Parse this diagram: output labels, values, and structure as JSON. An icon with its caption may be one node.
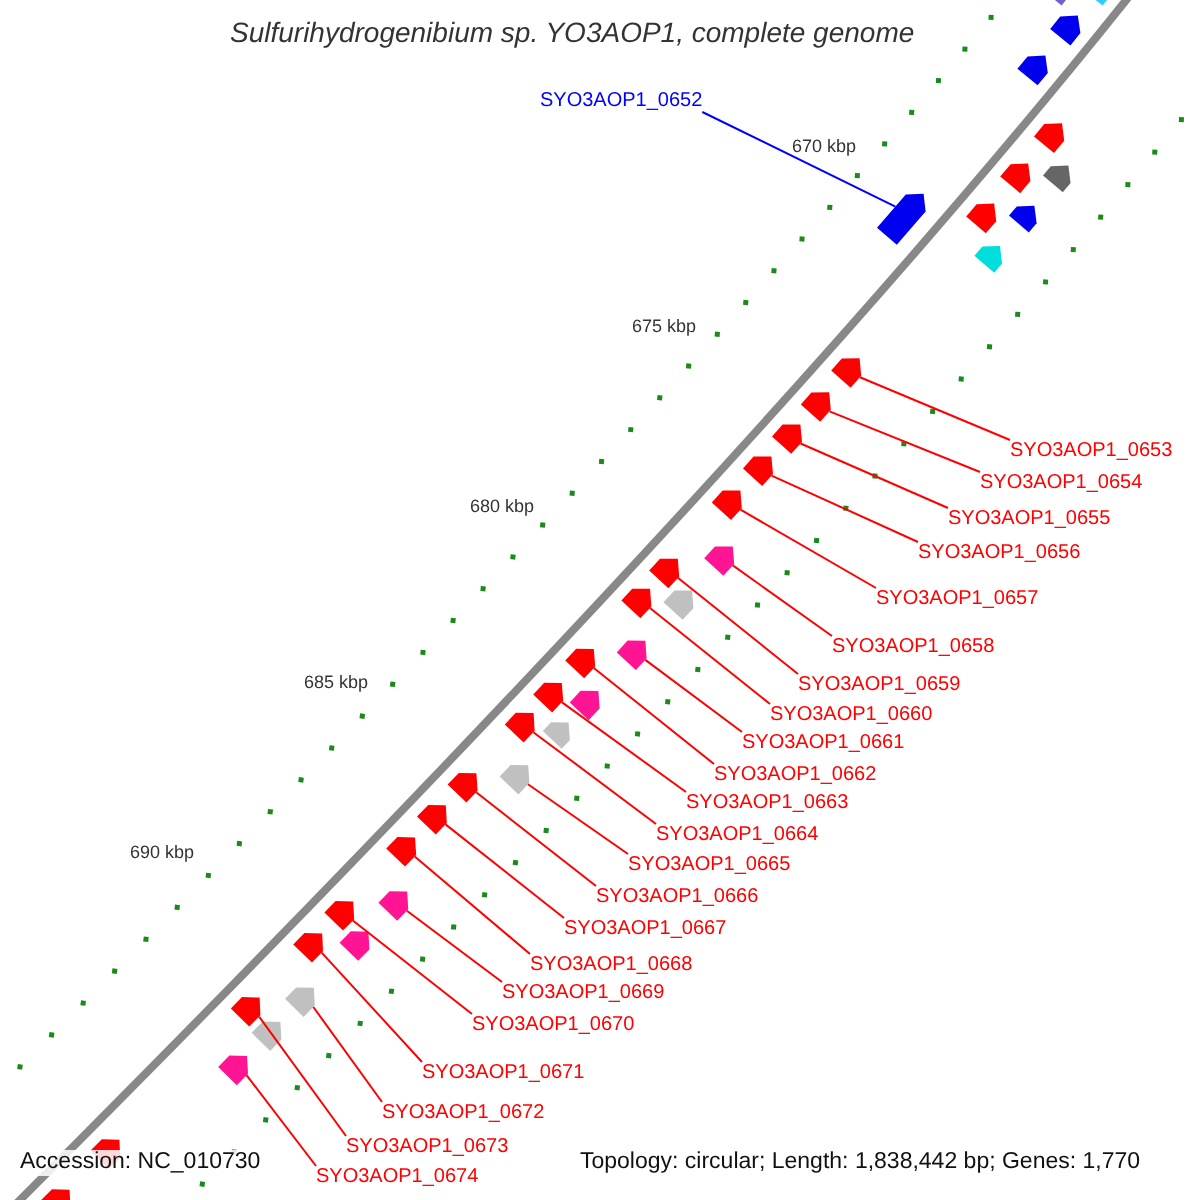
{
  "diagram": {
    "title": "Sulfurihydrogenibium sp. YO3AOP1, complete genome",
    "nodes": [
      {
        "text": [
          "SYO3AOP1_0652"
        ]
      },
      {
        "text": [
          "SYO3AOP1_0653"
        ]
      },
      {
        "text": [
          "SYO3AOP1_0654"
        ]
      },
      {
        "text": [
          "SYO3AOP1_0655"
        ]
      },
      {
        "text": [
          "SYO3AOP1_0656"
        ]
      },
      {
        "text": [
          "SYO3AOP1_0657"
        ]
      },
      {
        "text": [
          "SYO3AOP1_0658"
        ]
      },
      {
        "text": [
          "SYO3AOP1_0659"
        ]
      },
      {
        "text": [
          "SYO3AOP1_0660"
        ]
      },
      {
        "text": [
          "SYO3AOP1_0661"
        ]
      },
      {
        "text": [
          "SYO3AOP1_0662"
        ]
      },
      {
        "text": [
          "SYO3AOP1_0663"
        ]
      },
      {
        "text": [
          "SYO3AOP1_0664"
        ]
      },
      {
        "text": [
          "SYO3AOP1_0665"
        ]
      },
      {
        "text": [
          "SYO3AOP1_0666"
        ]
      },
      {
        "text": [
          "SYO3AOP1_0667"
        ]
      },
      {
        "text": [
          "SYO3AOP1_0668"
        ]
      },
      {
        "text": [
          "SYO3AOP1_0669"
        ]
      },
      {
        "text": [
          "SYO3AOP1_0670"
        ]
      },
      {
        "text": [
          "SYO3AOP1_0671"
        ]
      },
      {
        "text": [
          "SYO3AOP1_0672"
        ]
      },
      {
        "text": [
          "SYO3AOP1_0673"
        ]
      },
      {
        "text": [
          "SYO3AOP1_0674"
        ]
      },
      {
        "text": [],
        "shape": "arrow"
      },
      {
        "text": [],
        "shape": "arrow"
      },
      {
        "text": [],
        "shape": "arrow"
      },
      {
        "text": [],
        "shape": "arrow"
      },
      {
        "text": [],
        "shape": "arrow"
      },
      {
        "text": [],
        "shape": "arrow"
      },
      {
        "text": [],
        "shape": "arrow"
      },
      {
        "text": [],
        "shape": "arrow"
      },
      {
        "text": [],
        "shape": "arrow"
      },
      {
        "text": [],
        "shape": "arrow"
      },
      {
        "text": [],
        "shape": "arrow"
      },
      {
        "text": [],
        "shape": "arrow"
      },
      {
        "text": [],
        "shape": "arrow"
      },
      {
        "text": [],
        "shape": "arrow"
      },
      {
        "text": [],
        "shape": "arrow"
      },
      {
        "text": [],
        "shape": "arrow"
      },
      {
        "text": [],
        "shape": "arrow"
      },
      {
        "text": [],
        "shape": "arrow"
      },
      {
        "text": [],
        "shape": "arrow"
      },
      {
        "text": [],
        "shape": "arrow"
      },
      {
        "text": [],
        "shape": "arrow"
      },
      {
        "text": [],
        "shape": "arrow"
      },
      {
        "text": [],
        "shape": "arrow"
      },
      {
        "text": [],
        "shape": "arrow"
      },
      {
        "text": [],
        "shape": "arrow"
      },
      {
        "text": [],
        "shape": "arrow"
      },
      {
        "text": [],
        "shape": "arrow"
      },
      {
        "text": [],
        "shape": "arrow"
      },
      {
        "text": [],
        "shape": "arrow"
      },
      {
        "text": [],
        "shape": "arrow"
      },
      {
        "text": [],
        "shape": "arrow"
      },
      {
        "text": [],
        "shape": "arrow"
      },
      {
        "text": [],
        "shape": "arrow"
      },
      {
        "text": [],
        "shape": "arrow"
      },
      {
        "text": [],
        "shape": "arrow"
      },
      {
        "text": [],
        "shape": "arrow"
      },
      {
        "text": [],
        "shape": "arrow"
      },
      {
        "text": [],
        "shape": "arrow"
      },
      {
        "text": [],
        "shape": "arrow"
      },
      {
        "text": [],
        "shape": "arrow"
      }
    ],
    "edges": [
      {
        "from": 0,
        "to": 23,
        "arrow": "none",
        "color": "#0000ff"
      },
      {
        "from": 1,
        "to": 24,
        "arrow": "none"
      },
      {
        "from": 2,
        "to": 25,
        "arrow": "none"
      },
      {
        "from": 3,
        "to": 26,
        "arrow": "none"
      },
      {
        "from": 4,
        "to": 27,
        "arrow": "none"
      },
      {
        "from": 5,
        "to": 28,
        "arrow": "none"
      },
      {
        "from": 6,
        "to": 29,
        "arrow": "none"
      },
      {
        "from": 7,
        "to": 30,
        "arrow": "none"
      },
      {
        "from": 8,
        "to": 31,
        "arrow": "none"
      },
      {
        "from": 9,
        "to": 32,
        "arrow": "none"
      },
      {
        "from": 10,
        "to": 33,
        "arrow": "none"
      },
      {
        "from": 11,
        "to": 34,
        "arrow": "none"
      },
      {
        "from": 12,
        "to": 35,
        "arrow": "none"
      },
      {
        "from": 13,
        "to": 36,
        "arrow": "none"
      },
      {
        "from": 14,
        "to": 37,
        "arrow": "none"
      },
      {
        "from": 15,
        "to": 38,
        "arrow": "none"
      },
      {
        "from": 16,
        "to": 39,
        "arrow": "none"
      },
      {
        "from": 17,
        "to": 40,
        "arrow": "none"
      },
      {
        "from": 18,
        "to": 41,
        "arrow": "none"
      },
      {
        "from": 19,
        "to": 42,
        "arrow": "none"
      },
      {
        "from": 20,
        "to": 43,
        "arrow": "none"
      },
      {
        "from": 21,
        "to": 44,
        "arrow": "none"
      },
      {
        "from": 22,
        "to": 45,
        "arrow": "none"
      }
    ],
    "labels": [
      "670 kbp",
      "675 kbp",
      "680 kbp",
      "685 kbp",
      "690 kbp",
      "Accession: NC_010730",
      "Topology: circular; Length: 1,838,442 bp; Genes: 1,770"
    ]
  }
}
